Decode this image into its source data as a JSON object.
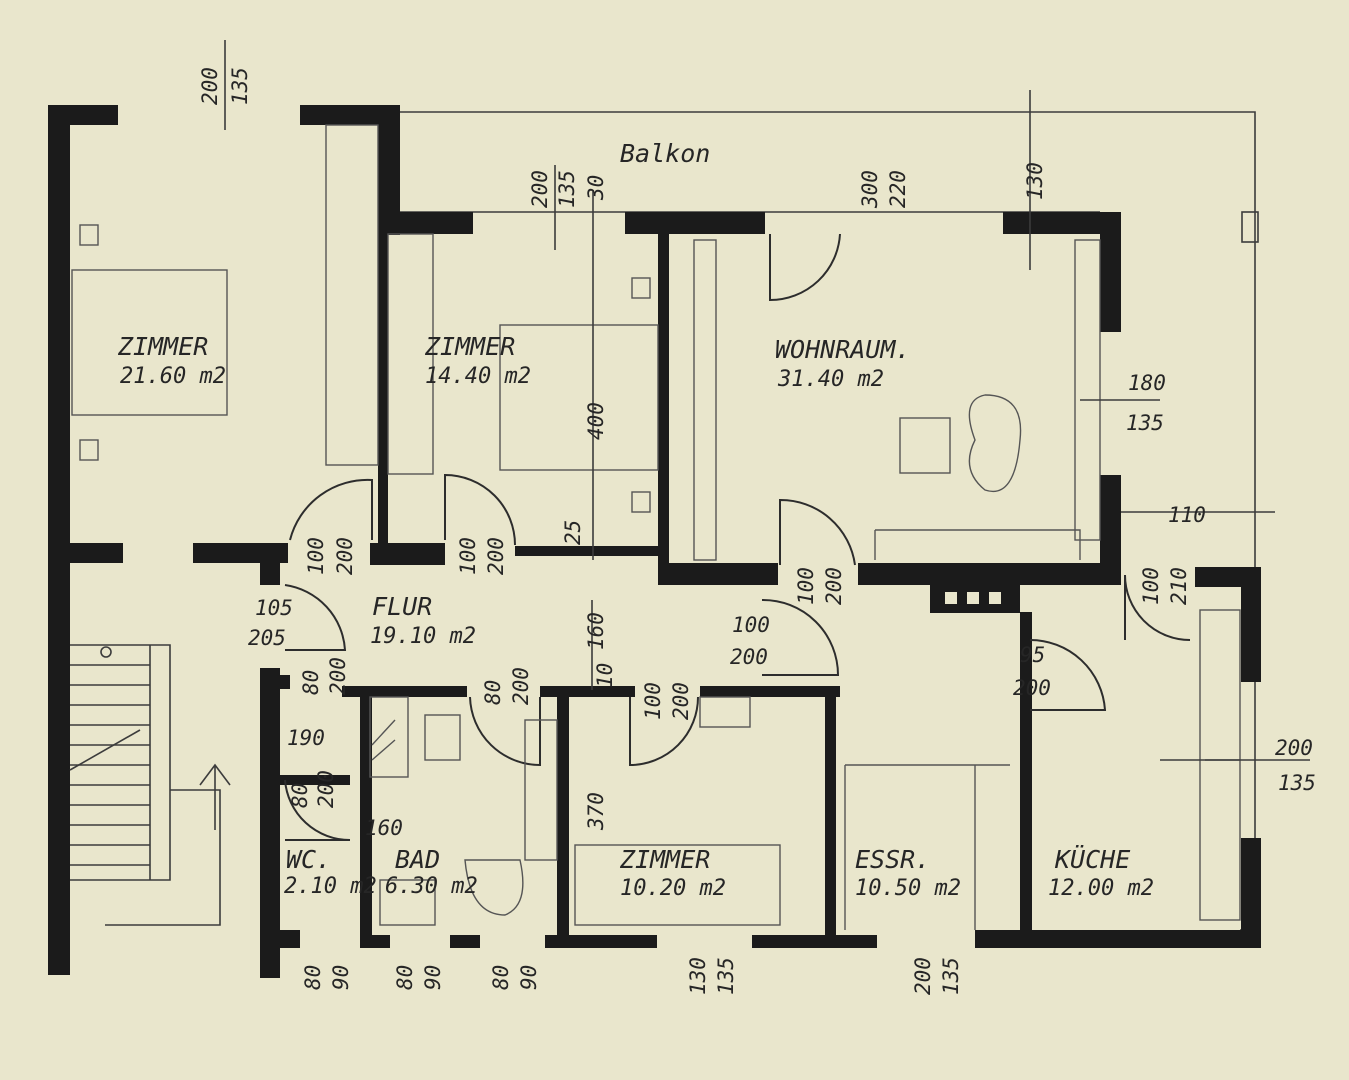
{
  "rooms": [
    {
      "name": "ZIMMER",
      "area": "21.60 m2"
    },
    {
      "name": "ZIMMER",
      "area": "14.40 m2"
    },
    {
      "name": "WOHNRAUM.",
      "area": "31.40 m2"
    },
    {
      "name": "FLUR",
      "area": "19.10 m2"
    },
    {
      "name": "WC.",
      "area": "2.10 m2"
    },
    {
      "name": "BAD",
      "area": "6.30 m2"
    },
    {
      "name": "ZIMMER",
      "area": "10.20 m2"
    },
    {
      "name": "ESSR.",
      "area": "10.50 m2"
    },
    {
      "name": "KÜCHE",
      "area": "12.00 m2"
    }
  ],
  "labels": {
    "balkon": "Balkon"
  },
  "dims": {
    "d1": [
      "200",
      "135"
    ],
    "d2": [
      "200",
      "135"
    ],
    "d3": "30",
    "d4": [
      "300",
      "220"
    ],
    "d5": "130",
    "d6": [
      "180",
      "135"
    ],
    "d7": "110",
    "d8": "400",
    "d9": "25",
    "d10": [
      "100",
      "200"
    ],
    "d11": [
      "100",
      "200"
    ],
    "d12": [
      "100",
      "200"
    ],
    "d13": [
      "105",
      "205"
    ],
    "d14": "160",
    "d15": [
      "100",
      "200"
    ],
    "d16": [
      "95",
      "200"
    ],
    "d17": [
      "100",
      "210"
    ],
    "d18": [
      "80",
      "200"
    ],
    "d19": [
      "80",
      "200"
    ],
    "d20": [
      "100",
      "200"
    ],
    "d21": "190",
    "d22": [
      "80",
      "200"
    ],
    "d23": "160",
    "d24": "370",
    "d25": [
      "200",
      "135"
    ],
    "d26": [
      "80",
      "90"
    ],
    "d27": [
      "80",
      "90"
    ],
    "d28": [
      "80",
      "90"
    ],
    "d29": [
      "130",
      "135"
    ],
    "d30": [
      "200",
      "135"
    ],
    "d31": "10"
  }
}
